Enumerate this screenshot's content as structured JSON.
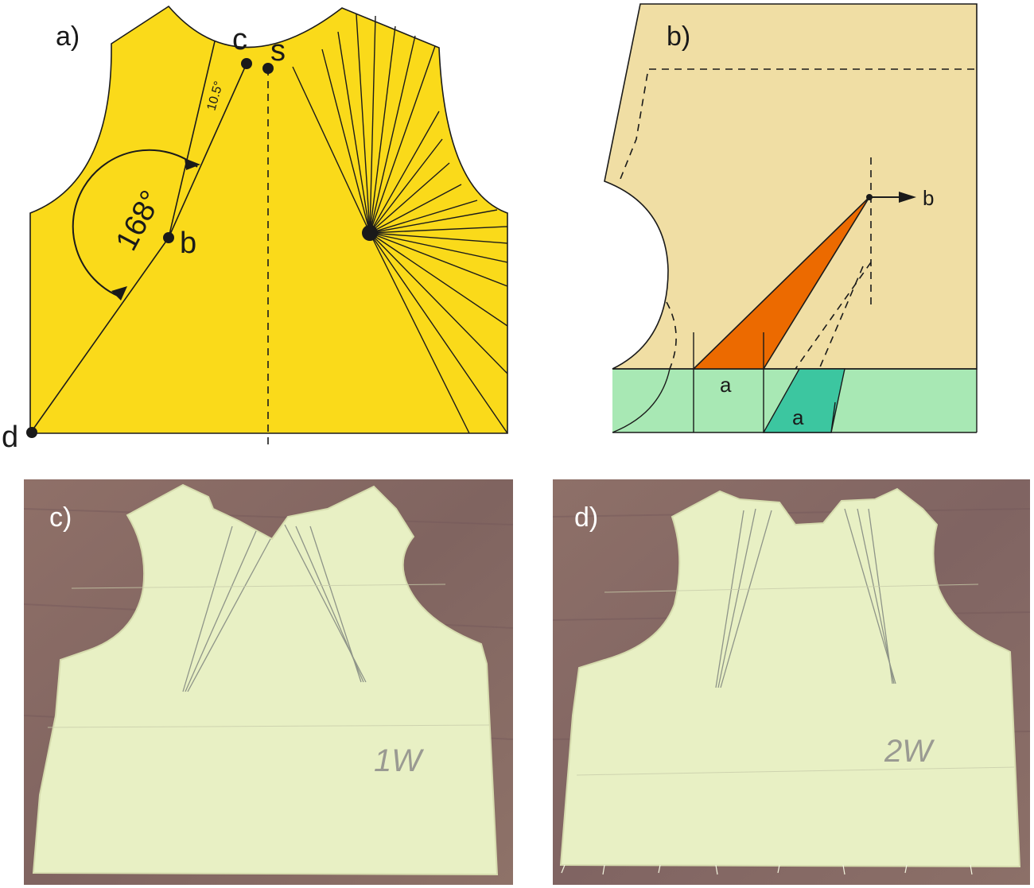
{
  "panels": {
    "a": {
      "label": "a)",
      "point_c": "c",
      "point_s": "s",
      "point_b": "b",
      "point_d": "d",
      "angle_small": "10.5°",
      "angle_large": "168°"
    },
    "b": {
      "label": "b)",
      "arrow_label": "b",
      "segment_a1": "a",
      "segment_a2": "a"
    },
    "c": {
      "label": "c)",
      "pencil_mark": "1W"
    },
    "d": {
      "label": "d)",
      "pencil_mark": "2W"
    }
  },
  "colors": {
    "pattern_yellow": "#fada1a",
    "pattern_beige": "#f0dea4",
    "strip_green": "#a8e8b4",
    "dart_orange": "#ec6a00",
    "dart_teal": "#3cc6a0",
    "fabric": "#e8f0c4",
    "table_wood": "#8c6e66"
  }
}
